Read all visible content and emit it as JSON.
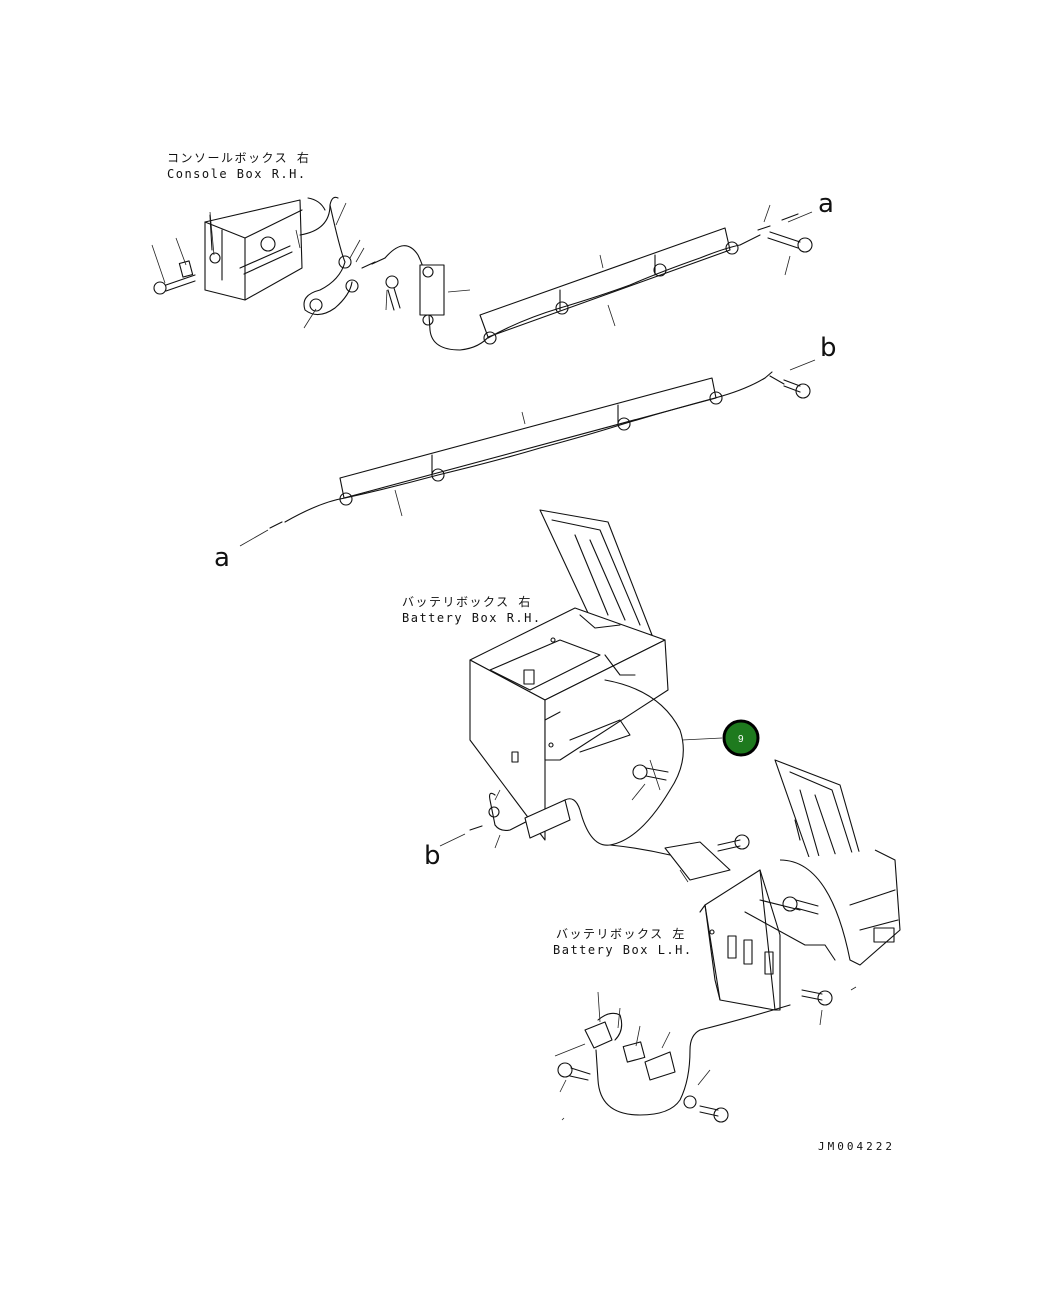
{
  "labels": {
    "console_jp": "コンソールボックス 右",
    "console_en": "Console Box R.H.",
    "battery_rh_jp": "バッテリボックス 右",
    "battery_rh_en": "Battery Box R.H.",
    "battery_lh_jp": "バッテリボックス 左",
    "battery_lh_en": "Battery Box L.H."
  },
  "connectors": {
    "a": "a",
    "b": "b"
  },
  "callout": {
    "number": "9",
    "color": "#1e7a1e"
  },
  "drawing_code": "JM004222"
}
